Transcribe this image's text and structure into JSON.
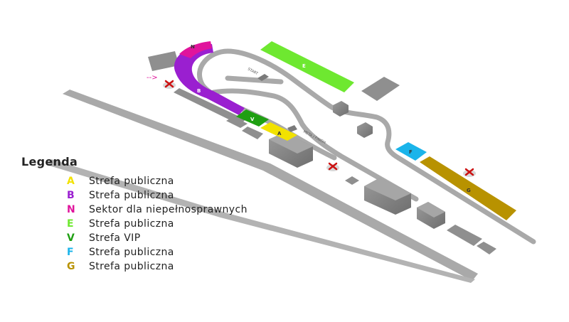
{
  "legend": {
    "title": "Legenda",
    "items": [
      {
        "letter": "A",
        "label": "Strefa publiczna",
        "color": "#f2e200"
      },
      {
        "letter": "B",
        "label": "Strefa publiczna",
        "color": "#9a1fd0"
      },
      {
        "letter": "N",
        "label": "Sektor dla niepełnosprawnych",
        "color": "#e0149c"
      },
      {
        "letter": "E",
        "label": "Strefa publiczna",
        "color": "#6ee830"
      },
      {
        "letter": "V",
        "label": "Strefa VIP",
        "color": "#1f9f12"
      },
      {
        "letter": "F",
        "label": "Strefa publiczna",
        "color": "#1ab4ea"
      },
      {
        "letter": "G",
        "label": "Strefa publiczna",
        "color": "#b89200"
      }
    ]
  },
  "map": {
    "sectors": {
      "N": "N",
      "B": "B",
      "V": "V",
      "A": "A",
      "E": "E",
      "F": "F",
      "G": "G"
    },
    "road_labels": {
      "start": "START",
      "meta": "META / FINISH"
    },
    "entrance_arrow": "-->",
    "colors": {
      "road": "#aaaaaa",
      "building": "#8a8a8a",
      "medical_cross": "#cc1111"
    }
  }
}
